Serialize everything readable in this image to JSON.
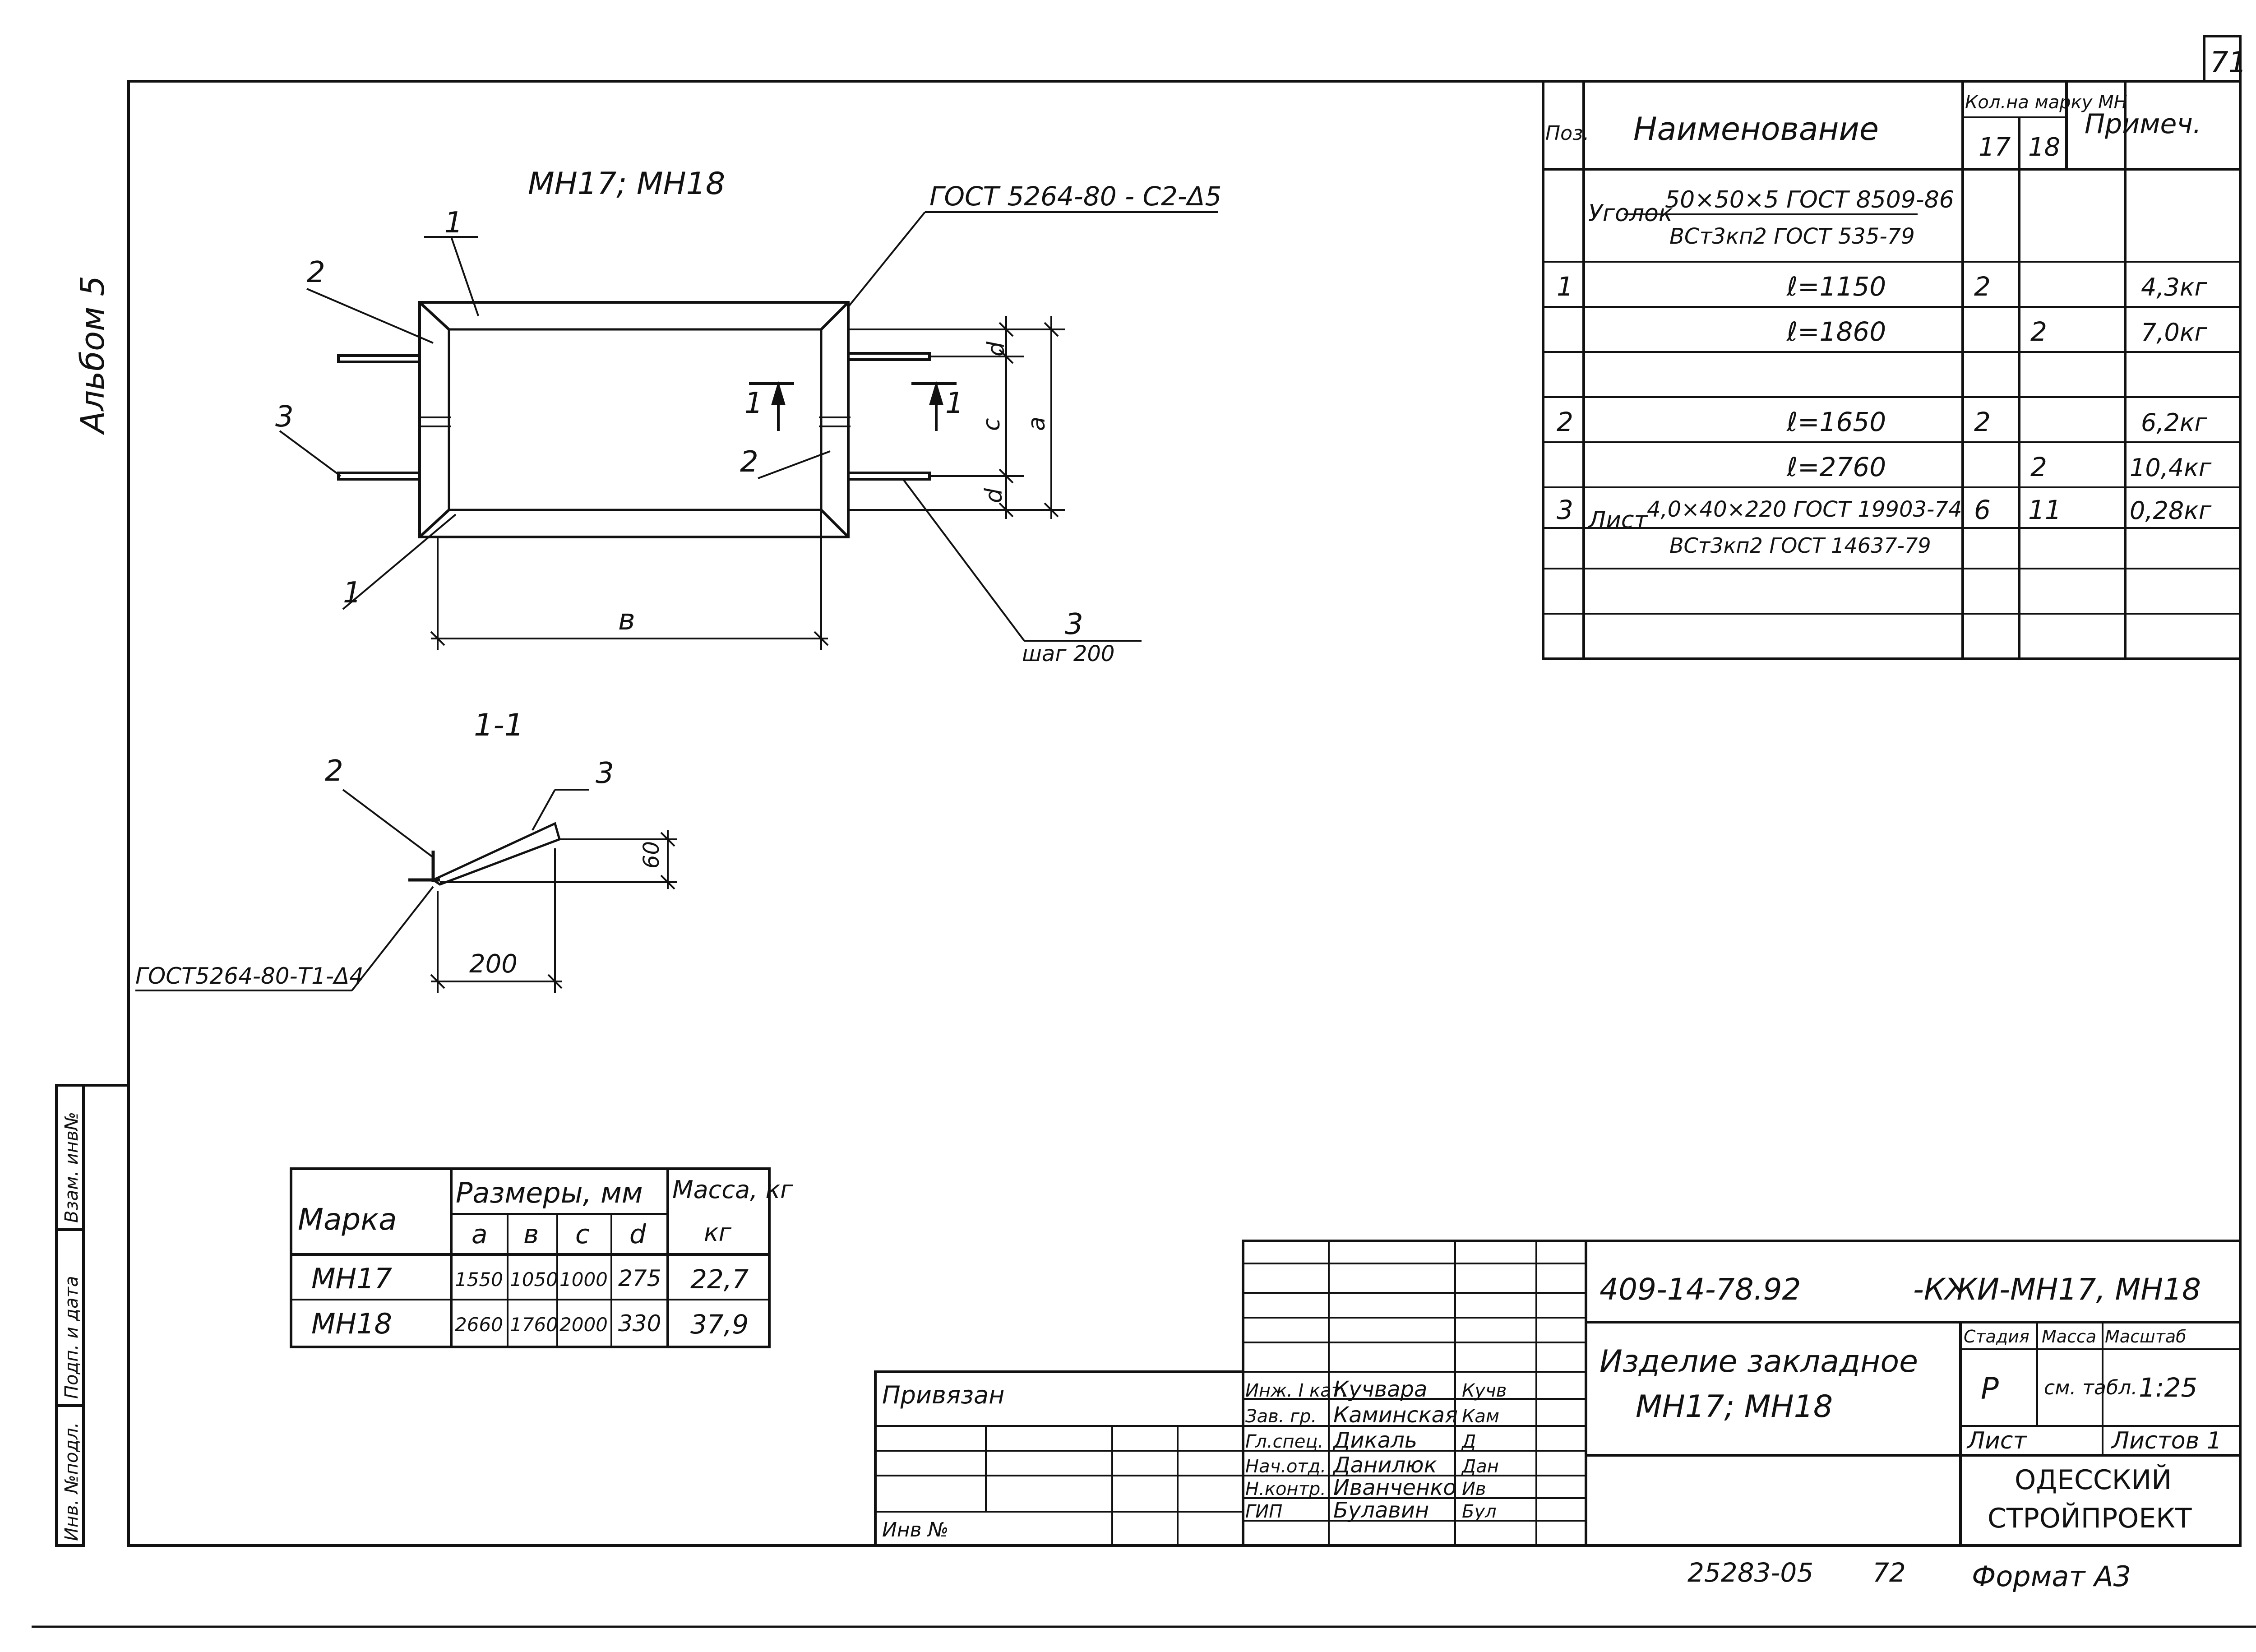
{
  "sheet": {
    "page_number": "71",
    "album": "Альбом 5",
    "side_stamp": [
      "Взам. инв№",
      "Подп. и дата",
      "Инв. №подл."
    ]
  },
  "drawing": {
    "title": "МН17; МН18",
    "weld_top": "ГОСТ 5264-80 - С2-Δ5",
    "weld_section": "ГОСТ5264-80-Т1-Δ4",
    "labels": {
      "pos1": "1",
      "pos2": "2",
      "pos3": "3",
      "step": "шаг 200",
      "dim_b": "в",
      "dim_a": "а",
      "dim_c": "с",
      "dim_d": "d",
      "cut": "1"
    },
    "section": {
      "title": "1-1",
      "label2": "2",
      "label3": "3",
      "dim_h": "60",
      "dim_w": "200"
    }
  },
  "spec": {
    "headers": {
      "pos": "Поз.",
      "name": "Наименование",
      "qty": "Кол.на марку МН",
      "q17": "17",
      "q18": "18",
      "note": "Примеч."
    },
    "angle_head": {
      "prefix": "Уголок",
      "top": "50×50×5 ГОСТ 8509-86",
      "bottom": "ВСт3кп2 ГОСТ 535-79"
    },
    "rows": [
      {
        "pos": "1",
        "name": "ℓ=1150",
        "q17": "2",
        "q18": "",
        "note": "4,3кг"
      },
      {
        "pos": "",
        "name": "ℓ=1860",
        "q17": "",
        "q18": "2",
        "note": "7,0кг"
      },
      {
        "pos": "2",
        "name": "ℓ=1650",
        "q17": "2",
        "q18": "",
        "note": "6,2кг"
      },
      {
        "pos": "",
        "name": "ℓ=2760",
        "q17": "",
        "q18": "2",
        "note": "10,4кг"
      }
    ],
    "sheet_row": {
      "pos": "3",
      "prefix": "Лист",
      "top": "4,0×40×220 ГОСТ 19903-74",
      "bottom": "ВСт3кп2 ГОСТ 14637-79",
      "q17": "6",
      "q18": "11",
      "note": "0,28кг"
    }
  },
  "marks": {
    "headers": {
      "mark": "Марка",
      "dims": "Размеры, мм",
      "mass": "Масса, кг",
      "a": "а",
      "b": "в",
      "c": "с",
      "d": "d"
    },
    "rows": [
      {
        "mark": "МН17",
        "a": "1550",
        "b": "1050",
        "c": "1000",
        "d": "275",
        "mass": "22,7"
      },
      {
        "mark": "МН18",
        "a": "2660",
        "b": "1760",
        "c": "2000",
        "d": "330",
        "mass": "37,9"
      }
    ]
  },
  "title_block": {
    "code": "409-14-78.92",
    "code_suffix": "-КЖИ-МН17, МН18",
    "name_line1": "Изделие закладное",
    "name_line2": "МН17; МН18",
    "stage_label": "Стадия",
    "mass_label": "Масса",
    "scale_label": "Масштаб",
    "stage": "Р",
    "mass": "см. табл.",
    "scale": "1:25",
    "sheet_label": "Лист",
    "sheets_label": "Листов 1",
    "org_line1": "ОДЕССКИЙ",
    "org_line2": "СТРОЙПРОЕКТ",
    "privyazan": "Привязан",
    "inv_no": "Инв №",
    "staff": [
      {
        "role": "Инж. I кат.",
        "name": "Кучвара",
        "sign": "Кучв"
      },
      {
        "role": "Зав. гр.",
        "name": "Каминская",
        "sign": "Кам"
      },
      {
        "role": "Гл.спец.",
        "name": "Дикаль",
        "sign": "Д"
      },
      {
        "role": "Нач.отд.",
        "name": "Данилюк",
        "sign": "Дан"
      },
      {
        "role": "Н.контр.",
        "name": "Иванченко",
        "sign": "Ив"
      },
      {
        "role": "ГИП",
        "name": "Булавин",
        "sign": "Бул"
      }
    ]
  },
  "footer": {
    "number": "25283-05",
    "page": "72",
    "format": "Формат А3"
  }
}
